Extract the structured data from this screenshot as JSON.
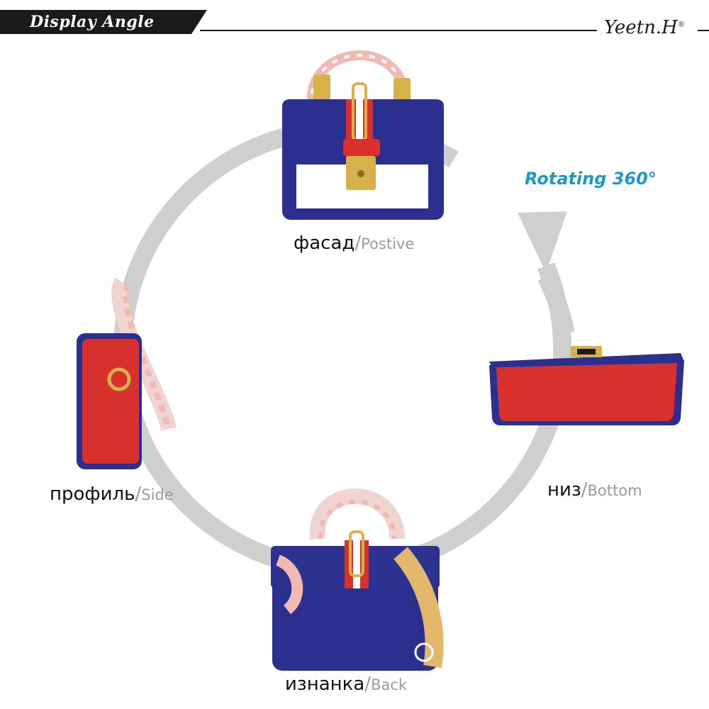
{
  "header": {
    "title": "Display Angle",
    "brand": "Yeetn.H",
    "brand_mark": "®"
  },
  "rotation_label": "Rotating 360°",
  "views": {
    "front": {
      "ru": "фасад",
      "sep": "/",
      "en": "Postive"
    },
    "side": {
      "ru": "профиль",
      "sep": "/",
      "en": "Side"
    },
    "bottom": {
      "ru": "низ",
      "sep": "/",
      "en": "Bottom"
    },
    "back": {
      "ru": "изнанка",
      "sep": "/",
      "en": "Back"
    }
  },
  "colors": {
    "bag_blue": "#2b2f8f",
    "bag_red": "#d8302c",
    "bag_white": "#ffffff",
    "gold": "#d7b24a",
    "arc_gray": "#cfcfcf",
    "accent": "#1d99c6"
  }
}
